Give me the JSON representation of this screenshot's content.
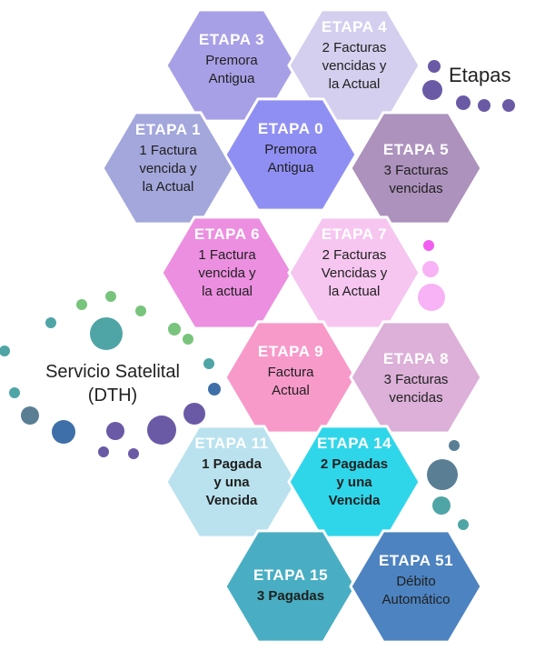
{
  "side_labels": {
    "etapas": "Etapas",
    "servicio": "Servicio Satelital\n(DTH)"
  },
  "hexagons": [
    {
      "title": "ETAPA 3",
      "desc": "Premora\nAntigua",
      "color": "#a8a0e6",
      "text_color": "#1f1f1f"
    },
    {
      "title": "ETAPA 4",
      "desc": "2 Facturas\nvencidas y\nla Actual",
      "color": "#d4cfee",
      "text_color": "#1f1f1f"
    },
    {
      "title": "ETAPA 1",
      "desc": "1 Factura\nvencida y\nla Actual",
      "color": "#a3a7dc",
      "text_color": "#1f1f1f"
    },
    {
      "title": "ETAPA 0",
      "desc": "Premora\nAntigua",
      "color": "#8f8ff3",
      "text_color": "#1f1f1f"
    },
    {
      "title": "ETAPA 5",
      "desc": "3 Facturas\nvencidas",
      "color": "#ad92bd",
      "text_color": "#1f1f1f"
    },
    {
      "title": "ETAPA 6",
      "desc": "1 Factura\nvencida y\nla actual",
      "color": "#ec8fe0",
      "text_color": "#1f1f1f"
    },
    {
      "title": "ETAPA 7",
      "desc": "2 Facturas\nVencidas y\nla Actual",
      "color": "#f6c6f0",
      "text_color": "#1f1f1f"
    },
    {
      "title": "ETAPA 9",
      "desc": "Factura\nActual",
      "color": "#f79ac9",
      "text_color": "#1f1f1f"
    },
    {
      "title": "ETAPA 8",
      "desc": "3 Facturas\nvencidas",
      "color": "#dcb0d8",
      "text_color": "#1f1f1f"
    },
    {
      "title": "ETAPA 11",
      "desc": "1 Pagada\ny una\nVencida",
      "color": "#b9e2ee",
      "text_color": "#1f1f1f",
      "bold": true
    },
    {
      "title": "ETAPA 14",
      "desc": "2 Pagadas\ny una\nVencida",
      "color": "#2fd6ea",
      "text_color": "#1f1f1f",
      "bold": true
    },
    {
      "title": "ETAPA 15",
      "desc": "3 Pagadas",
      "color": "#49aec3",
      "text_color": "#1f1f1f",
      "bold": true
    },
    {
      "title": "ETAPA 51",
      "desc": "Débito\nAutomático",
      "color": "#4d83c0",
      "text_color": "#1f1f1f"
    }
  ],
  "dot_colors": {
    "purple": "#6a5aa6",
    "pink": "#f25cf0",
    "light_pink": "#f7b3f5",
    "teal": "#4fa5a5",
    "green": "#78c47c",
    "blue": "#3f6fa8",
    "slate": "#5a7f94"
  }
}
